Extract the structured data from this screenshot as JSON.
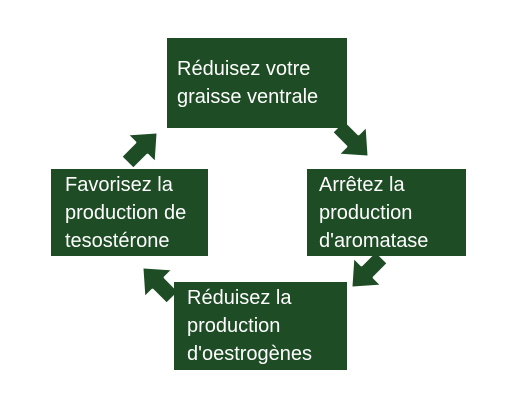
{
  "colors": {
    "box_fill": "#1e4d25",
    "arrow_fill": "#1e4d25",
    "arrow_stroke": "#ffffff",
    "text": "#ffffff",
    "background": "#ffffff"
  },
  "cycle": {
    "steps": [
      "Réduisez votre\ngraisse ventrale",
      "Arrêtez la\nproduction\nd'aromatase",
      "Réduisez la\nproduction\nd'oestrogènes",
      "Favorisez la\nproduction de\ntesostérone"
    ]
  }
}
